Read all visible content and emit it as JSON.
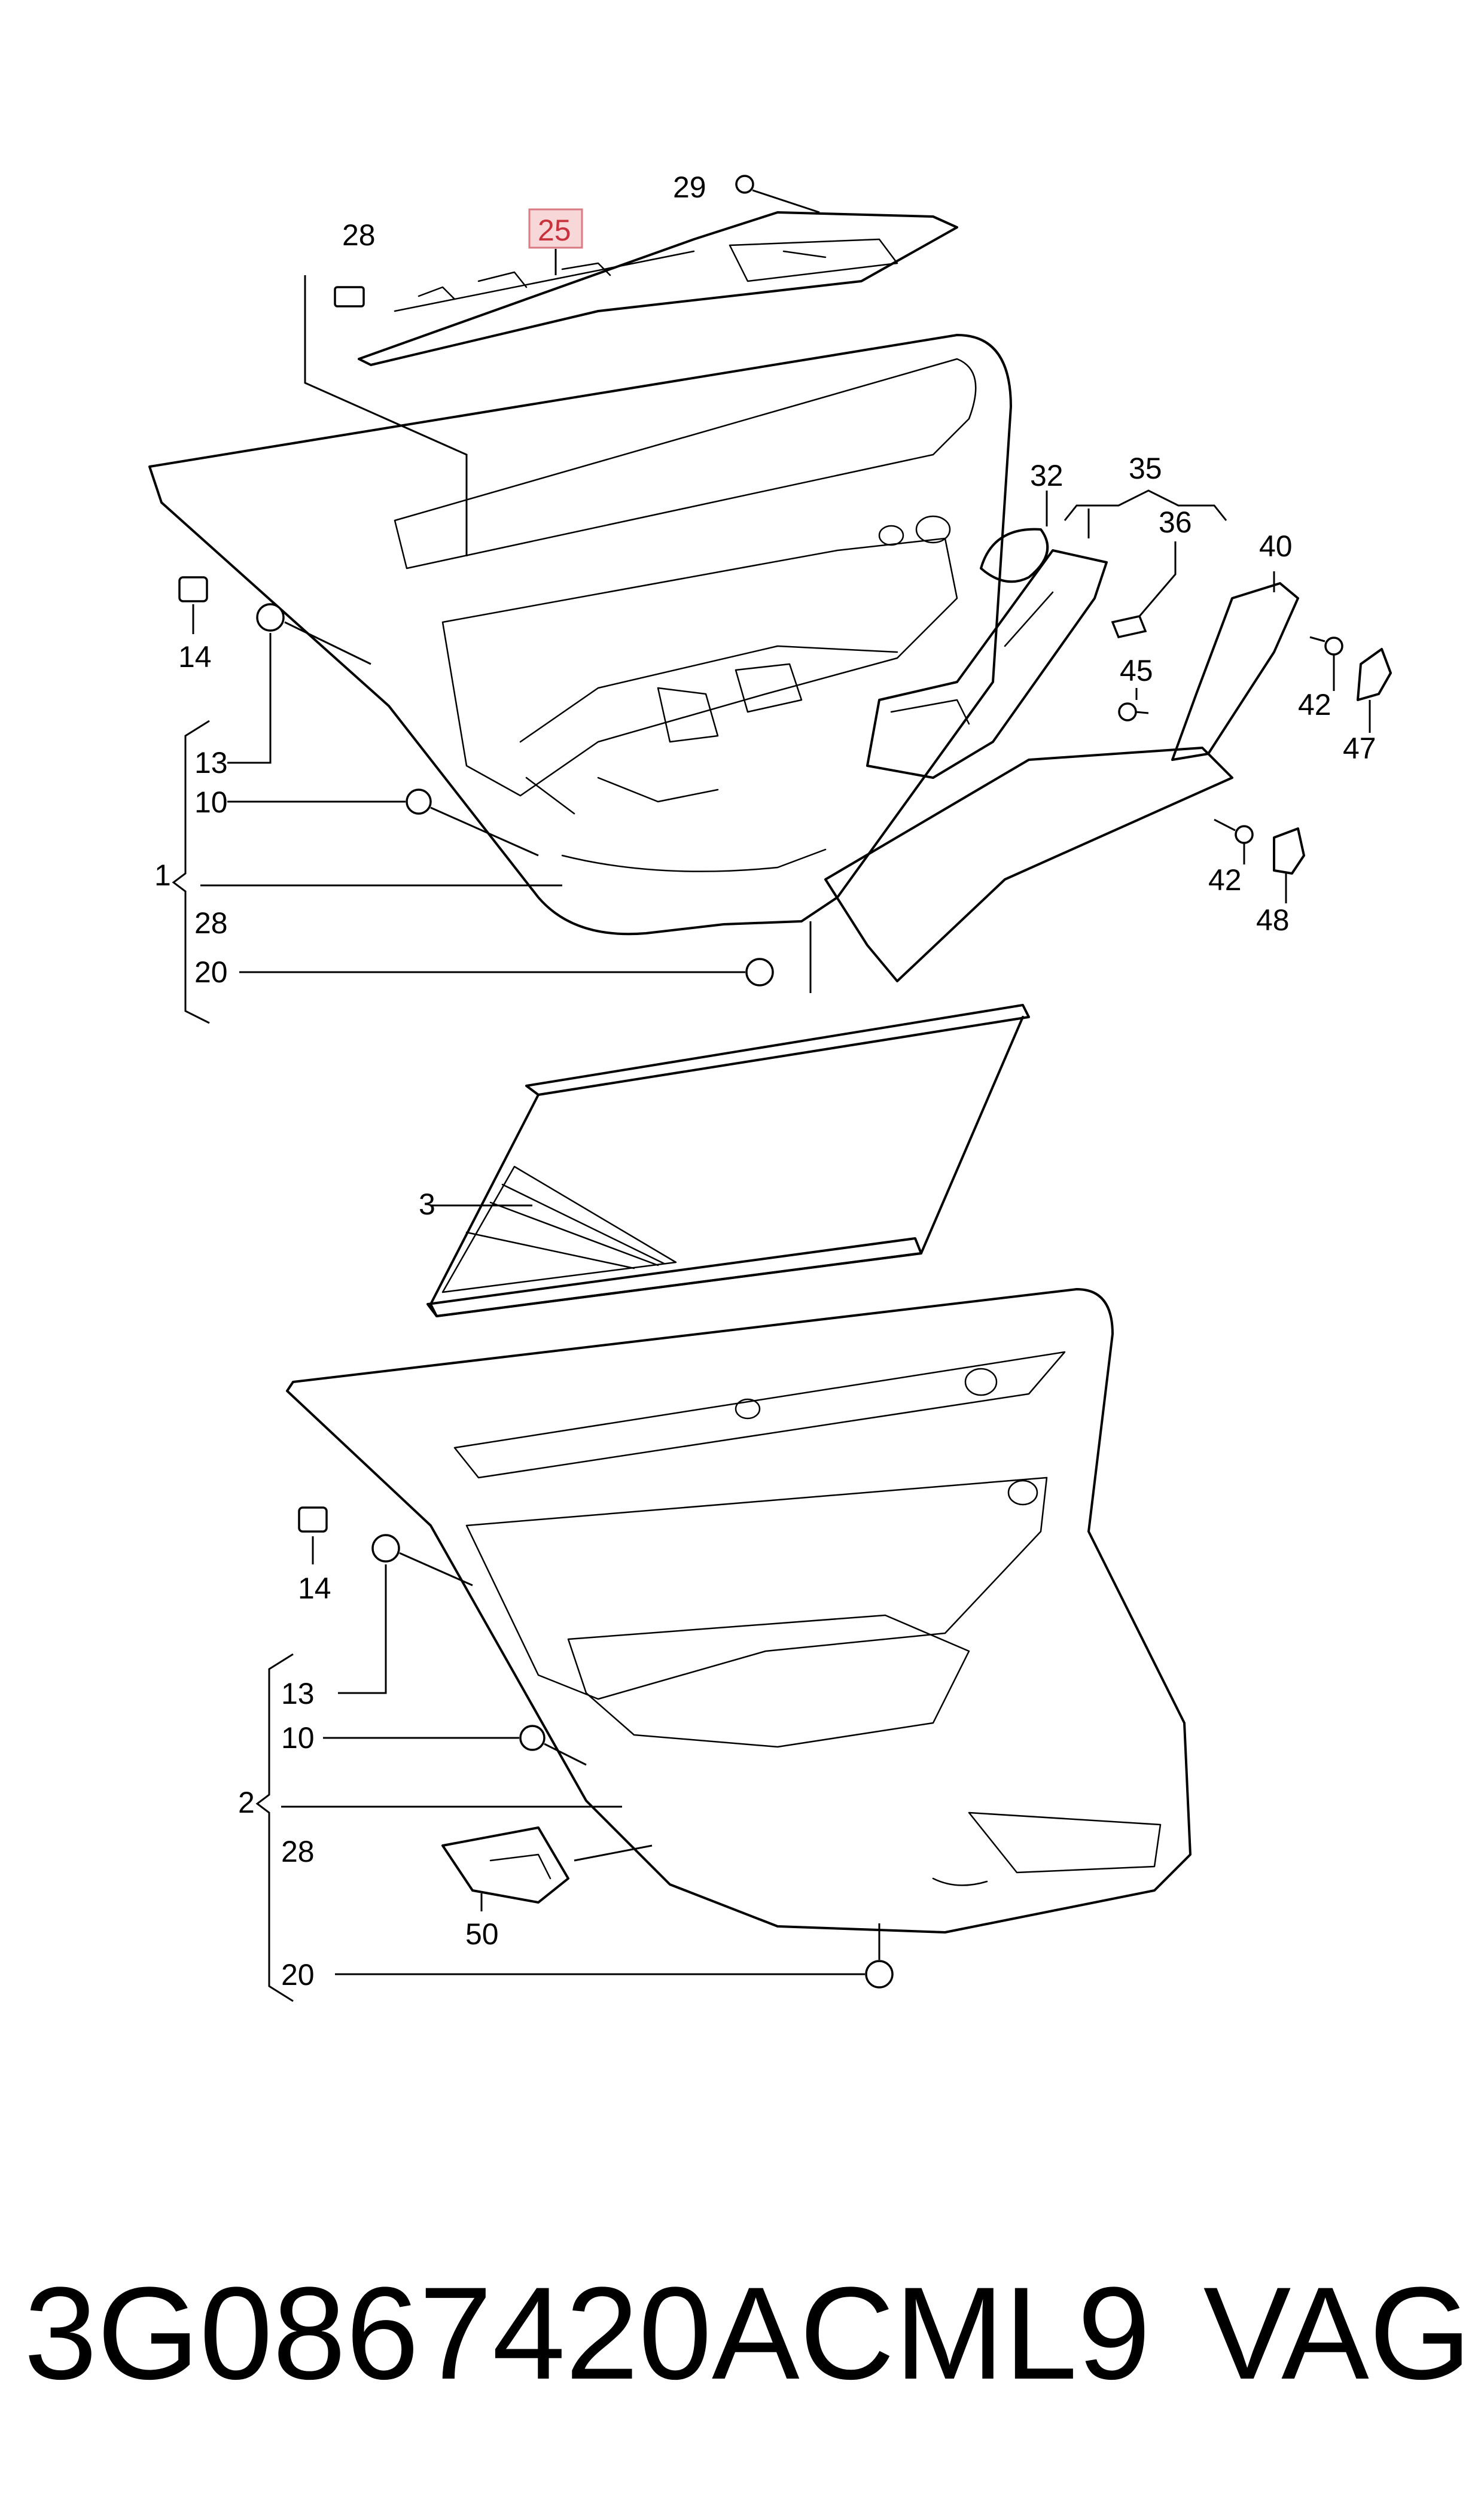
{
  "callouts": {
    "c29": "29",
    "c28_top": "28",
    "c25": "25",
    "c32": "32",
    "c35": "35",
    "c36": "36",
    "c40": "40",
    "c14_a": "14",
    "c13_a": "13",
    "c10_a": "10",
    "c1": "1",
    "c28_a": "28",
    "c20_a": "20",
    "c45": "45",
    "c42_a": "42",
    "c47": "47",
    "c42_b": "42",
    "c48": "48",
    "c3": "3",
    "c14_b": "14",
    "c13_b": "13",
    "c10_b": "10",
    "c2": "2",
    "c28_b": "28",
    "c50": "50",
    "c20_b": "20"
  },
  "highlight": {
    "callout": "25",
    "fill": "#f8d7d9",
    "text_color": "#c8323c"
  },
  "footer": {
    "part_number": "3G0867420ACML9",
    "brand": "VAG"
  }
}
